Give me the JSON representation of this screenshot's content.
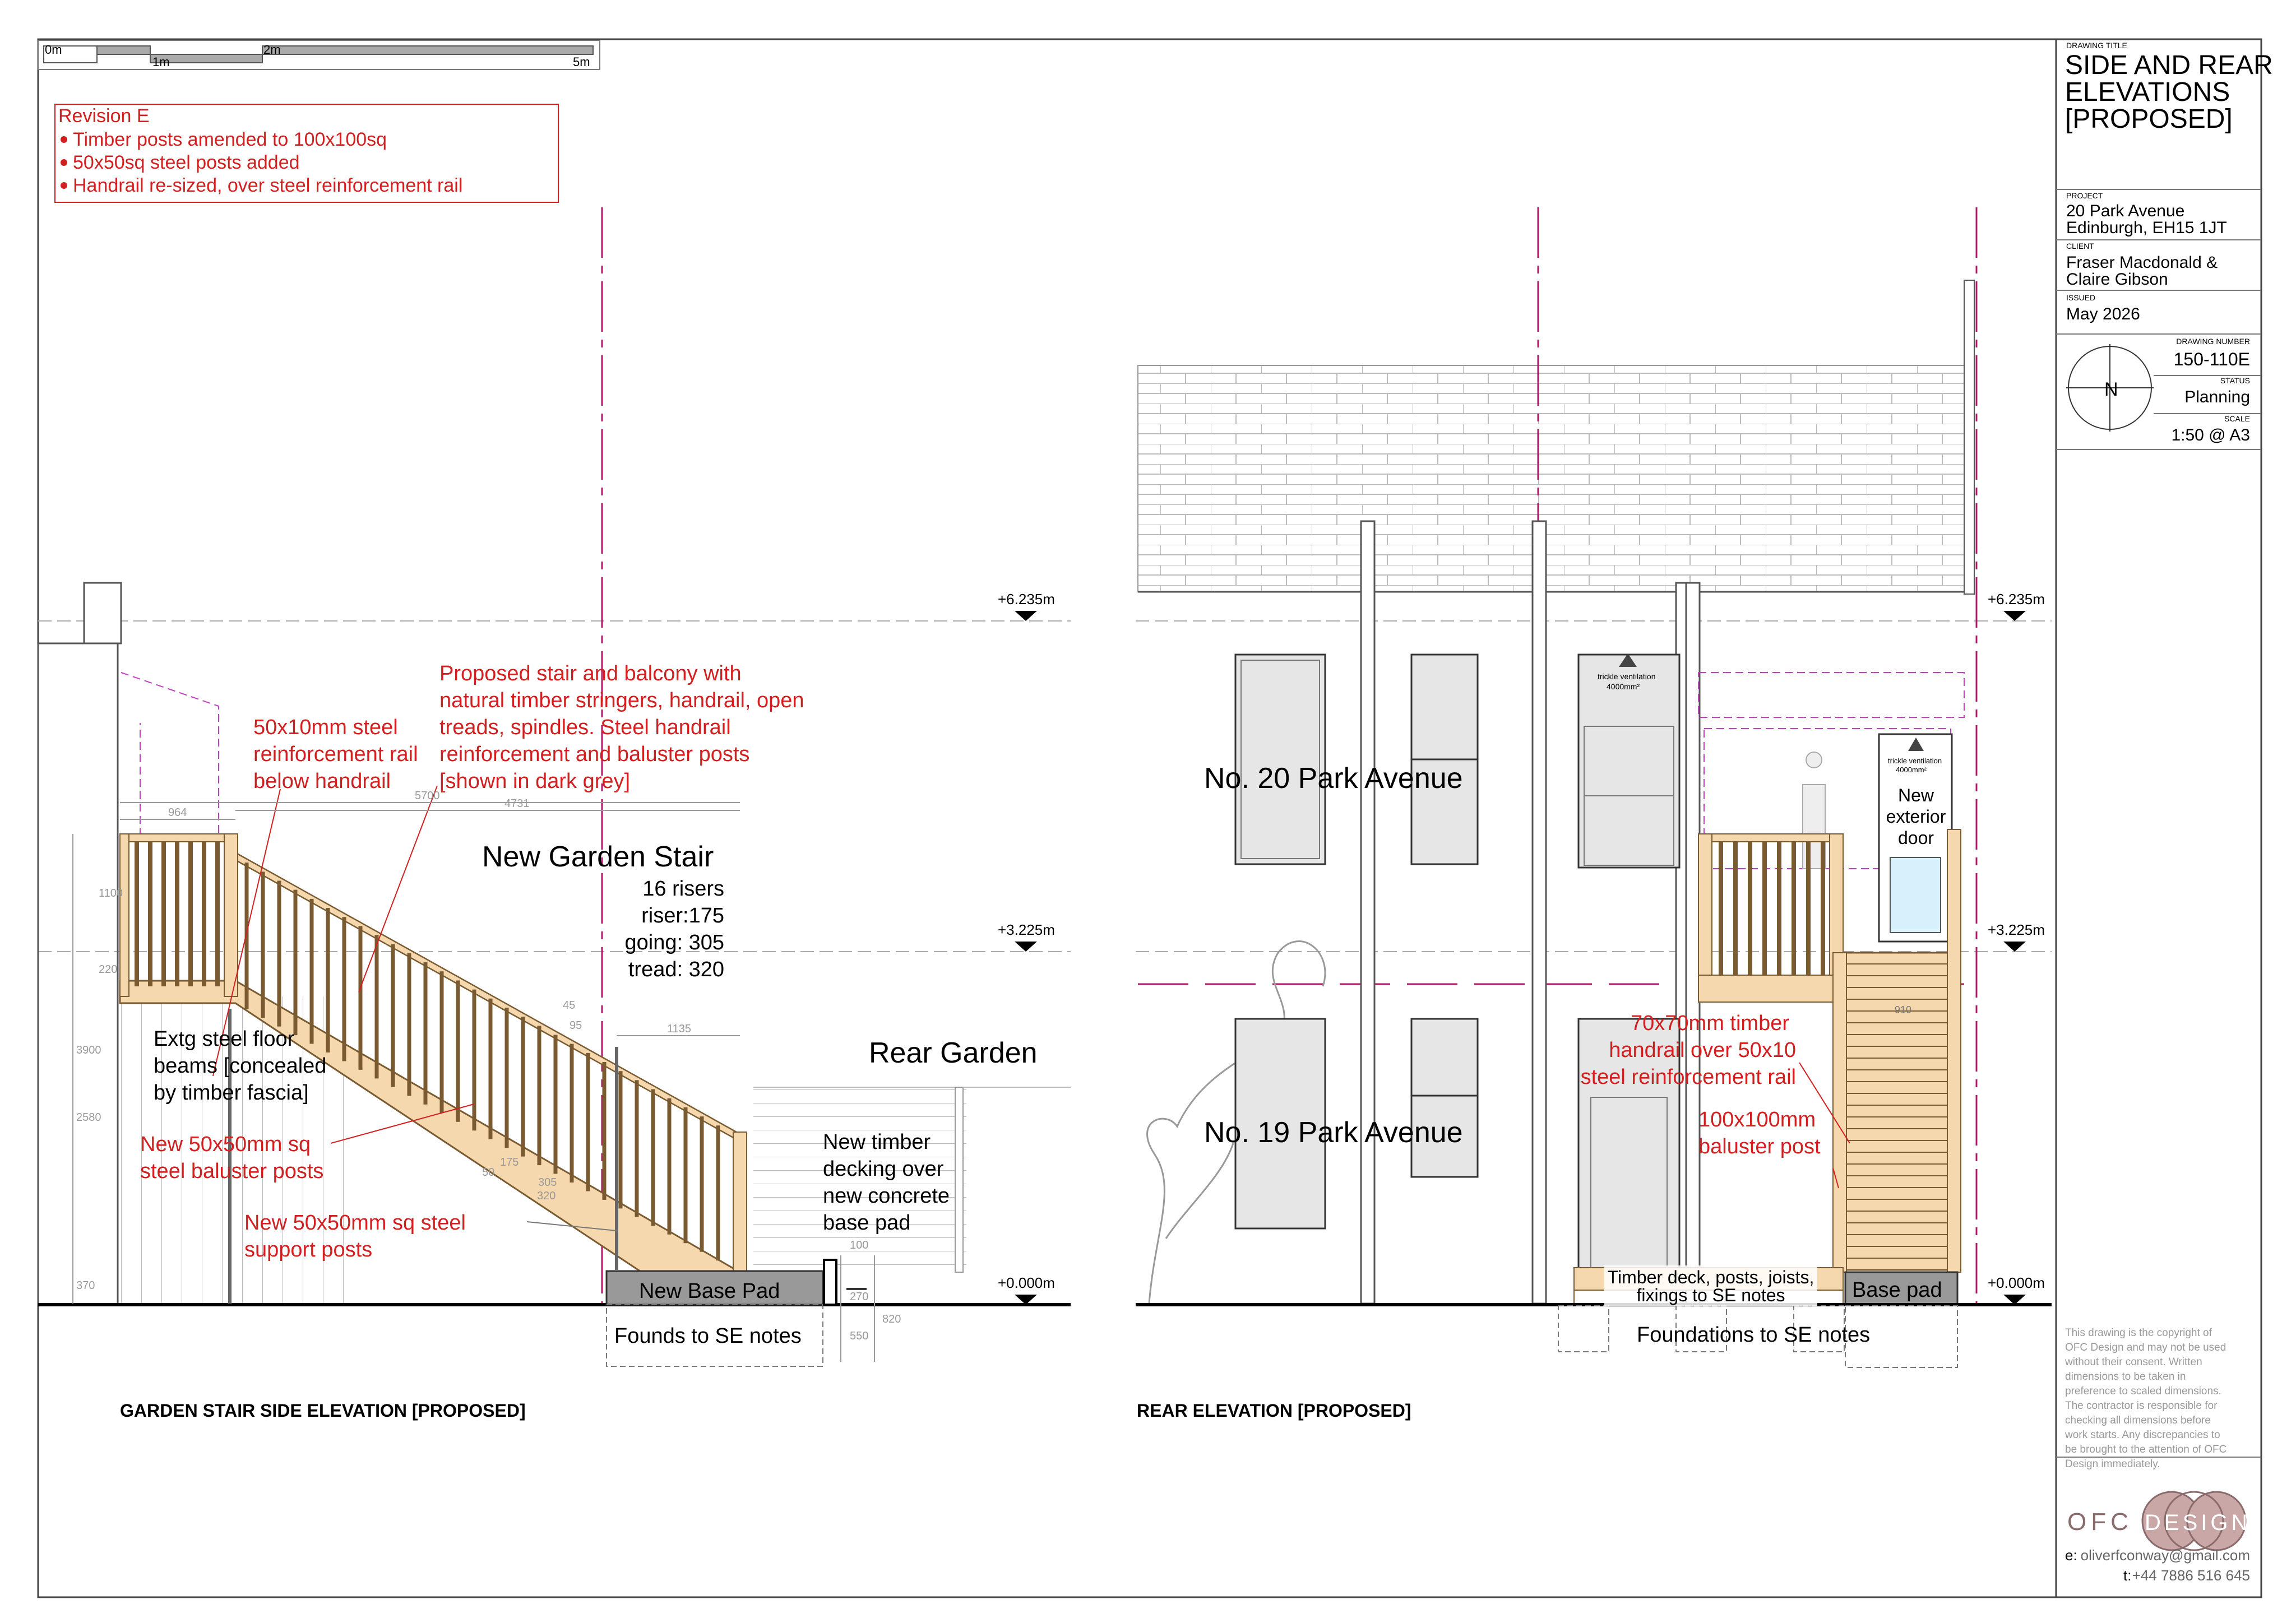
{
  "scale_bar": {
    "m0": "0m",
    "m1": "1m",
    "m2": "2m",
    "m5": "5m"
  },
  "revision": {
    "title": "Revision E",
    "items": [
      "Timber posts amended to 100x100sq",
      "50x50sq steel posts added",
      "Handrail re-sized, over steel reinforcement rail"
    ]
  },
  "title_block": {
    "drawing_title_label": "DRAWING TITLE",
    "drawing_title": [
      "SIDE AND REAR",
      "ELEVATIONS",
      "[PROPOSED]"
    ],
    "project_label": "PROJECT",
    "project": [
      "20 Park Avenue",
      "Edinburgh, EH15 1JT"
    ],
    "client_label": "CLIENT",
    "client": [
      "Fraser Macdonald &",
      "Claire Gibson"
    ],
    "issued_label": "ISSUED",
    "issued": "May 2026",
    "north": "N",
    "drawing_number_label": "DRAWING NUMBER",
    "drawing_number": "150-110E",
    "status_label": "STATUS",
    "status": "Planning",
    "scale_label": "SCALE",
    "scale": "1:50 @ A3",
    "copyright": [
      "This drawing is the copyright of",
      "OFC Design and may not be used",
      "without their consent. Written",
      "dimensions to be taken in",
      "preference to scaled dimensions.",
      "The contractor is responsible for",
      "checking all dimensions before",
      "work starts. Any discrepancies to",
      "be brought to the attention of OFC",
      "Design immediately."
    ],
    "logo_left": "OFC",
    "logo_right": "DESIGN",
    "email_prefix": "e:",
    "email": "oliverfconway@gmail.com",
    "phone_prefix": "t:",
    "phone": "+44 7886 516 645"
  },
  "levels": {
    "top": "+6.235m",
    "mid": "+3.225m",
    "ground": "+0.000m"
  },
  "side": {
    "caption": "GARDEN STAIR SIDE ELEVATION [PROPOSED]",
    "proposed_note": [
      "Proposed stair and balcony with",
      "natural timber stringers, handrail, open",
      "treads, spindles. Steel handrail",
      "reinforcement and baluster posts",
      "[shown in dark grey]"
    ],
    "rail_note": [
      "50x10mm steel",
      "reinforcement rail",
      "below handrail"
    ],
    "stair_title": "New Garden Stair",
    "stair_specs": [
      "16 risers",
      "riser:175",
      "going: 305",
      "tread: 320"
    ],
    "beams_note": [
      "Extg steel floor",
      "beams [concealed",
      "by timber fascia]"
    ],
    "baluster_note": [
      "New 50x50mm sq",
      "steel baluster posts"
    ],
    "support_note": [
      "New 50x50mm sq steel",
      "support posts"
    ],
    "rear_garden": "Rear Garden",
    "decking_note": [
      "New timber",
      "decking over",
      "new concrete",
      "base pad"
    ],
    "base_pad": "New Base Pad",
    "founds": "Founds to SE notes",
    "dims": [
      "964",
      "5700",
      "4731",
      "1100",
      "220",
      "3900",
      "2580",
      "370",
      "1135",
      "45",
      "95",
      "305",
      "320",
      "175",
      "50",
      "100",
      "270",
      "550",
      "820"
    ]
  },
  "rear": {
    "caption": "REAR ELEVATION [PROPOSED]",
    "no20": "No. 20 Park Avenue",
    "no19": "No. 19 Park Avenue",
    "trickle": [
      "trickle ventilation",
      "4000mm²"
    ],
    "new_door": [
      "New",
      "exterior",
      "door"
    ],
    "handrail_note": [
      "70x70mm timber",
      "handrail over 50x10",
      "steel reinforcement rail"
    ],
    "post_note": [
      "100x100mm",
      "baluster post"
    ],
    "deck_note": [
      "Timber deck, posts, joists,",
      "fixings to SE notes"
    ],
    "base_pad": "Base pad",
    "foundations": "Foundations to SE notes",
    "dim_910": "910"
  }
}
